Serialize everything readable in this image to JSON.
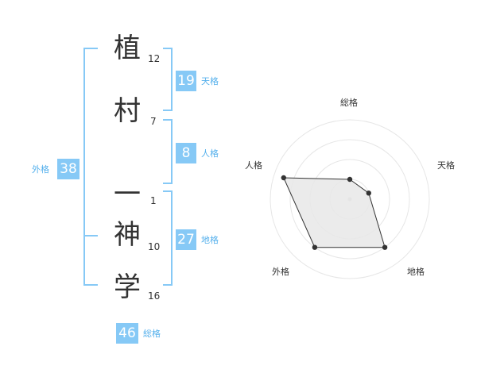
{
  "colors": {
    "bracket": "#86c9f6",
    "badge_bg": "#86c9f6",
    "badge_text": "#ffffff",
    "label": "#55b0ec",
    "text": "#333333",
    "radar_ring": "#e6e6e6",
    "radar_fill": "#e8e8e8",
    "radar_line": "#333333"
  },
  "name": {
    "surname": [
      {
        "char": "植",
        "strokes": "12"
      },
      {
        "char": "村",
        "strokes": "7"
      }
    ],
    "spacer_strokes": "1",
    "given": [
      {
        "char": "一",
        "strokes": ""
      },
      {
        "char": "神",
        "strokes": "10"
      },
      {
        "char": "学",
        "strokes": "16"
      }
    ]
  },
  "fortunes": {
    "tenkaku": {
      "value": "19",
      "label": "天格"
    },
    "jinkaku": {
      "value": "8",
      "label": "人格"
    },
    "chikaku": {
      "value": "27",
      "label": "地格"
    },
    "gaikaku": {
      "value": "38",
      "label": "外格"
    },
    "soukaku": {
      "value": "46",
      "label": "総格"
    }
  },
  "chart_data": {
    "type": "radar",
    "axes": [
      "総格",
      "天格",
      "地格",
      "外格",
      "人格"
    ],
    "rings": 4,
    "max": 4,
    "values": [
      1,
      1,
      3,
      3,
      3.5
    ]
  }
}
